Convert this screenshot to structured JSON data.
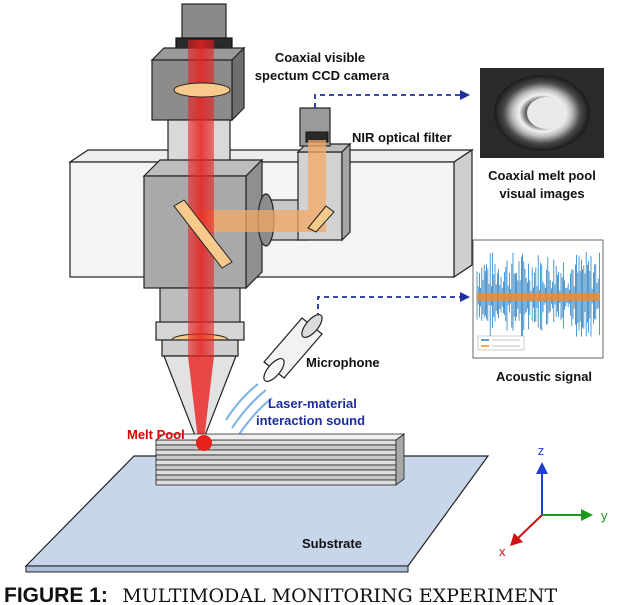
{
  "labels": {
    "camera_line1": "Coaxial visible",
    "camera_line2": "spectum CCD camera",
    "nir_filter": "NIR optical filter",
    "meltpool_line1": "Coaxial melt pool",
    "meltpool_line2": "visual images",
    "microphone": "Microphone",
    "acoustic": "Acoustic signal",
    "interaction_line1": "Laser-material",
    "interaction_line2": "interaction sound",
    "melt_pool": "Melt Pool",
    "substrate": "Substrate"
  },
  "axes": {
    "z": "z",
    "y": "y",
    "x": "x"
  },
  "caption": {
    "lead": "FIGURE 1:",
    "text": "MULTIMODAL MONITORING EXPERIMENT"
  },
  "colors": {
    "laser": "#e8201e",
    "optical_path": "#f5a864",
    "lens": "#f7c98a",
    "dashed_link": "#1d2e9c",
    "substrate": "#c7d6ea",
    "axis_z": "#1f3fd0",
    "axis_y": "#1a9a1a",
    "axis_x": "#d01010",
    "signal_blue": "#2a7fc0",
    "signal_orange": "#f08a2a"
  }
}
